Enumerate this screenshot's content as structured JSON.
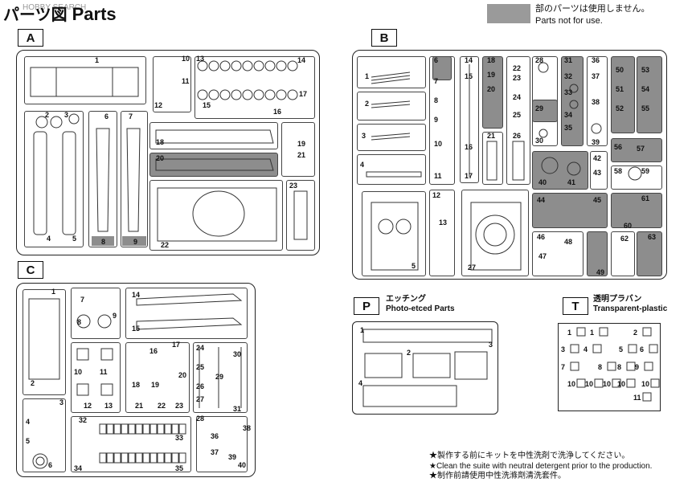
{
  "header": {
    "logo": "HOBBY SEARCH",
    "title_jp": "パーツ図",
    "title_en": "Parts"
  },
  "legend": {
    "jp": "部のパーツは使用しません。",
    "en": "Parts not for use.",
    "color": "#9a9a9a"
  },
  "sprues": {
    "A": {
      "tag": "A",
      "parts": [
        "1",
        "2",
        "3",
        "4",
        "5",
        "6",
        "7",
        "8",
        "9",
        "10",
        "11",
        "12",
        "13",
        "14",
        "15",
        "16",
        "17",
        "18",
        "19",
        "20",
        "21",
        "22",
        "23"
      ]
    },
    "B": {
      "tag": "B",
      "parts": [
        "1",
        "2",
        "3",
        "4",
        "5",
        "6",
        "7",
        "8",
        "9",
        "10",
        "11",
        "12",
        "13",
        "14",
        "15",
        "16",
        "17",
        "18",
        "19",
        "20",
        "21",
        "22",
        "23",
        "24",
        "25",
        "26",
        "27",
        "28",
        "29",
        "30",
        "31",
        "32",
        "33",
        "34",
        "35",
        "36",
        "37",
        "38",
        "39",
        "40",
        "41",
        "42",
        "43",
        "44",
        "45",
        "46",
        "47",
        "48",
        "49",
        "50",
        "51",
        "52",
        "53",
        "54",
        "55",
        "56",
        "57",
        "58",
        "59",
        "60",
        "61",
        "62",
        "63"
      ]
    },
    "C": {
      "tag": "C",
      "parts": [
        "1",
        "2",
        "3",
        "4",
        "5",
        "6",
        "7",
        "8",
        "9",
        "10",
        "11",
        "12",
        "13",
        "14",
        "15",
        "16",
        "17",
        "18",
        "19",
        "20",
        "21",
        "22",
        "23",
        "24",
        "25",
        "26",
        "27",
        "28",
        "29",
        "30",
        "31",
        "32",
        "33",
        "34",
        "35",
        "36",
        "37",
        "38",
        "39",
        "40"
      ]
    },
    "P": {
      "tag": "P",
      "label_jp": "エッチング",
      "label_en": "Photo-etced Parts",
      "parts": [
        "1",
        "2",
        "3",
        "4"
      ]
    },
    "T": {
      "tag": "T",
      "label_jp": "透明プラバン",
      "label_en": "Transparent-plastic",
      "parts": [
        "1",
        "1",
        "2",
        "3",
        "4",
        "5",
        "6",
        "7",
        "8",
        "8",
        "9",
        "10",
        "10",
        "10",
        "10",
        "10",
        "11"
      ]
    }
  },
  "notes": [
    "★製作する前にキットを中性洗剤で洗浄してください。",
    "★Clean the suite with neutral detergent prior to the production.",
    "★制作前請使用中性洗滌劑清洗套件。"
  ]
}
